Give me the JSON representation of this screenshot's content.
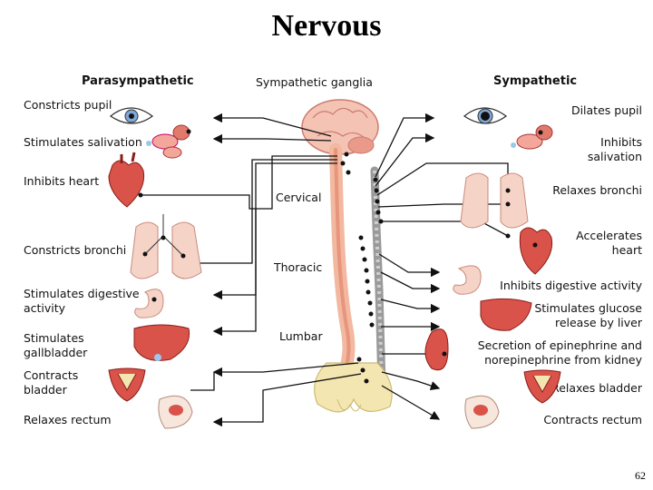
{
  "title": "Nervous",
  "page_number": "62",
  "headers": {
    "parasympathetic": "Parasympathetic",
    "ganglia": "Sympathetic ganglia",
    "sympathetic": "Sympathetic"
  },
  "spine_regions": {
    "cervical": "Cervical",
    "thoracic": "Thoracic",
    "lumbar": "Lumbar"
  },
  "parasympathetic": [
    "Constricts pupil",
    "Stimulates salivation",
    "Inhibits heart",
    "Constricts bronchi",
    "Stimulates digestive\nactivity",
    "Stimulates\ngallbladder",
    "Contracts\nbladder",
    "Relaxes rectum"
  ],
  "sympathetic": [
    "Dilates pupil",
    "Inhibits\nsalivation",
    "Relaxes bronchi",
    "Accelerates\nheart",
    "Inhibits digestive activity",
    "Stimulates glucose\nrelease by liver",
    "Secretion of epinephrine and\nnorepinephrine from kidney",
    "Relaxes bladder",
    "Contracts rectum"
  ],
  "colors": {
    "nerve": "#111111",
    "spine": "#f2b8a0",
    "ganglia": "#9a9a9a",
    "organ": "#d9534a",
    "bone": "#f3e6b0"
  }
}
